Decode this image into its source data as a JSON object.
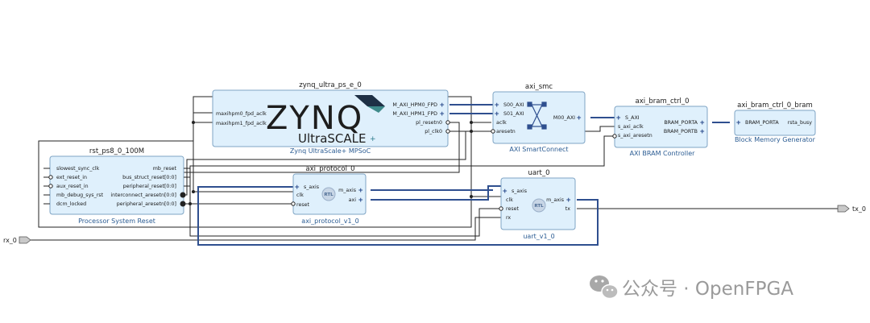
{
  "blocks": {
    "rst": {
      "name": "rst_ps8_0_100M",
      "subtitle": "Processor System Reset",
      "ports_left": [
        "slowest_sync_clk",
        "ext_reset_in",
        "aux_reset_in",
        "mb_debug_sys_rst",
        "dcm_locked"
      ],
      "ports_right": [
        "mb_reset",
        "bus_struct_reset[0:0]",
        "peripheral_reset[0:0]",
        "interconnect_aresetn[0:0]",
        "peripheral_aresetn[0:0]"
      ]
    },
    "zynq": {
      "name": "zynq_ultra_ps_e_0",
      "subtitle": "Zynq UltraScale+ MPSoC",
      "logo_main": "ZYNQ",
      "logo_sub": "UltraSCALE",
      "ports_left": [
        "maxihpm0_fpd_aclk",
        "maxihpm1_fpd_aclk"
      ],
      "ports_right": [
        "M_AXI_HPM0_FPD",
        "M_AXI_HPM1_FPD",
        "pl_resetn0",
        "pl_clk0"
      ]
    },
    "smc": {
      "name": "axi_smc",
      "subtitle": "AXI SmartConnect",
      "ports_left": [
        "S00_AXI",
        "S01_AXI",
        "aclk",
        "aresetn"
      ],
      "ports_right": [
        "M00_AXI"
      ]
    },
    "bram_ctrl": {
      "name": "axi_bram_ctrl_0",
      "subtitle": "AXI BRAM Controller",
      "ports_left": [
        "S_AXI",
        "s_axi_aclk",
        "s_axi_aresetn"
      ],
      "ports_right": [
        "BRAM_PORTA",
        "BRAM_PORTB"
      ]
    },
    "bram": {
      "name": "axi_bram_ctrl_0_bram",
      "subtitle": "Block Memory Generator",
      "ports_left": [
        "BRAM_PORTA"
      ],
      "ports_right": [
        "rsta_busy"
      ]
    },
    "protocol": {
      "name": "axi_protocol_0",
      "subtitle": "axi_protocol_v1_0",
      "badge": "RTL",
      "ports_left": [
        "s_axis",
        "clk",
        "reset"
      ],
      "ports_right": [
        "m_axis",
        "axi"
      ]
    },
    "uart": {
      "name": "uart_0",
      "subtitle": "uart_v1_0",
      "badge": "RTL",
      "ports_left": [
        "s_axis",
        "clk",
        "reset",
        "rx"
      ],
      "ports_right": [
        "m_axis",
        "tx"
      ]
    }
  },
  "external_ports": {
    "rx": "rx_0",
    "tx": "tx_0"
  },
  "watermark": "公众号 · OpenFPGA",
  "colors": {
    "block_fill": "#dff0fc",
    "block_border": "#7fa4c4",
    "bus": "#2f4f8f",
    "wire": "#222222",
    "subtitle": "#2b5c93"
  }
}
